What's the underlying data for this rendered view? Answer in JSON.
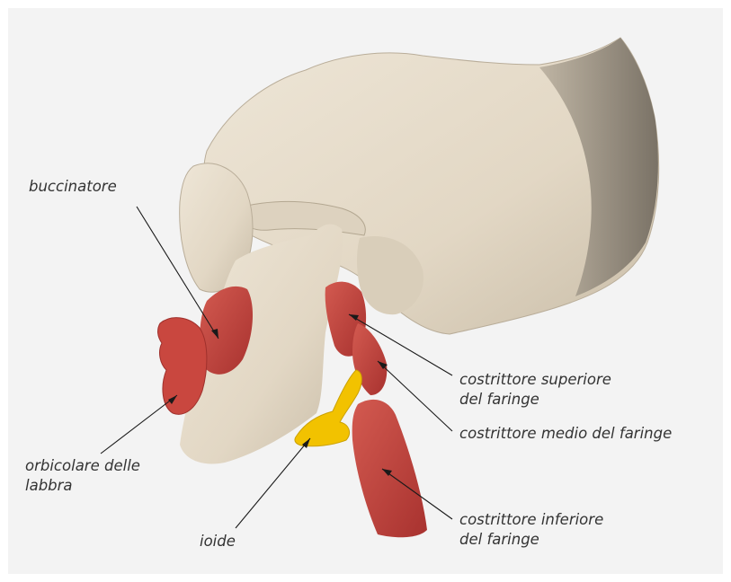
{
  "colors": {
    "panel_bg": "#f3f3f3",
    "bone": "#e6dccb",
    "bone_shadow": "#b8ac98",
    "muscle": "#c5453f",
    "muscle_light": "#e27f72",
    "hyoid": "#f2c200",
    "leader_line": "#1a1a1a",
    "label_text": "#333333"
  },
  "labels": {
    "buccinatore": "buccinatore",
    "orbicolare_line1": "orbicolare delle",
    "orbicolare_line2": "labbra",
    "ioide": "ioide",
    "costrittore_superiore_line1": "costrittore superiore",
    "costrittore_superiore_line2": "del faringe",
    "costrittore_medio": "costrittore medio del faringe",
    "costrittore_inferiore_line1": "costrittore inferiore",
    "costrittore_inferiore_line2": "del faringe"
  }
}
